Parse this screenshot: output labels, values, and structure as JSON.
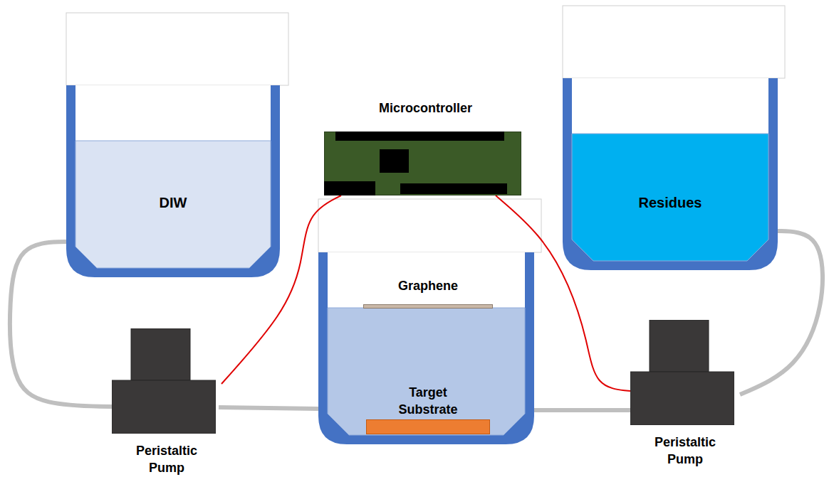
{
  "diagram": {
    "nodes": [
      {
        "text": [
          "Microcontroller"
        ]
      },
      {
        "text": [
          "DIW"
        ]
      },
      {
        "text": [
          "Residues"
        ]
      },
      {
        "text": [
          "Graphene"
        ]
      },
      {
        "text": [
          "Target Substrate"
        ]
      },
      {
        "text": [
          "Peristaltic Pump"
        ]
      },
      {
        "text": [
          "Peristaltic Pump"
        ]
      }
    ],
    "edges": [
      {
        "from": 1,
        "to": 5,
        "arrow": "none"
      },
      {
        "from": 0,
        "to": 5,
        "arrow": "none"
      },
      {
        "from": 0,
        "to": 6,
        "arrow": "none"
      },
      {
        "from": 6,
        "to": 2,
        "arrow": "none"
      }
    ]
  }
}
